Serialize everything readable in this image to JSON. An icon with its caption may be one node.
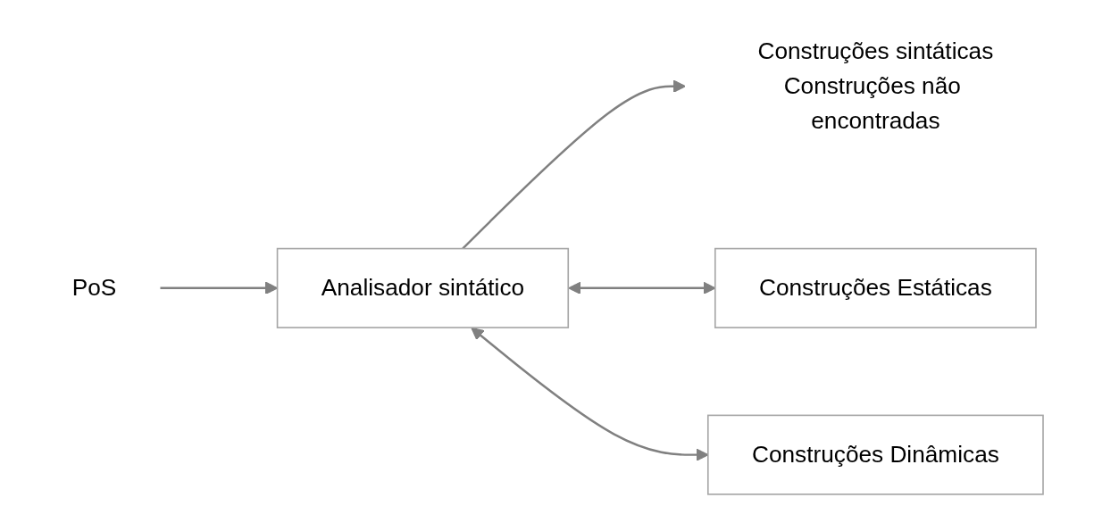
{
  "diagram": {
    "nodes": [
      {
        "text": [
          "PoS"
        ]
      },
      {
        "text": [
          "Analisador sintático"
        ]
      },
      {
        "text": [
          "Construções Estáticas"
        ]
      },
      {
        "text": [
          "Construções Dinâmicas"
        ]
      },
      {
        "text": [
          "Construções sintáticas",
          "Construções não encontradas"
        ]
      }
    ],
    "edges": [
      {
        "from": 0,
        "to": 1,
        "arrow": "to"
      },
      {
        "from": 1,
        "to": 4,
        "arrow": "to"
      },
      {
        "from": 1,
        "to": 2,
        "arrow": "both"
      },
      {
        "from": 1,
        "to": 3,
        "arrow": "both"
      }
    ]
  }
}
